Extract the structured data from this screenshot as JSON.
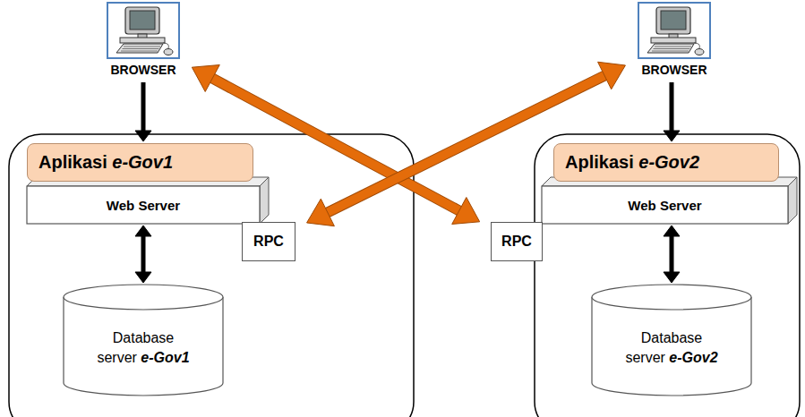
{
  "diagram": {
    "nodes": [
      {
        "text": [
          "BROWSER"
        ]
      },
      {
        "text": [
          "Aplikasi e-Gov1"
        ]
      },
      {
        "text": [
          "Web Server"
        ]
      },
      {
        "text": [
          "RPC"
        ]
      },
      {
        "text": [
          "Database server e-Gov1"
        ]
      },
      {
        "text": [
          "BROWSER"
        ]
      },
      {
        "text": [
          "Aplikasi e-Gov2"
        ]
      },
      {
        "text": [
          "RPC"
        ]
      },
      {
        "text": [
          "Web Server"
        ]
      },
      {
        "text": [
          "Database server e-Gov2"
        ]
      }
    ],
    "edges": [
      {
        "from": 0,
        "to": 1,
        "arrow": "to"
      },
      {
        "from": 2,
        "to": 4,
        "arrow": "both"
      },
      {
        "from": 5,
        "to": 6,
        "arrow": "to"
      },
      {
        "from": 8,
        "to": 9,
        "arrow": "both"
      },
      {
        "from": 0,
        "to": 7,
        "arrow": "both"
      },
      {
        "from": 3,
        "to": 5,
        "arrow": "both"
      }
    ]
  }
}
